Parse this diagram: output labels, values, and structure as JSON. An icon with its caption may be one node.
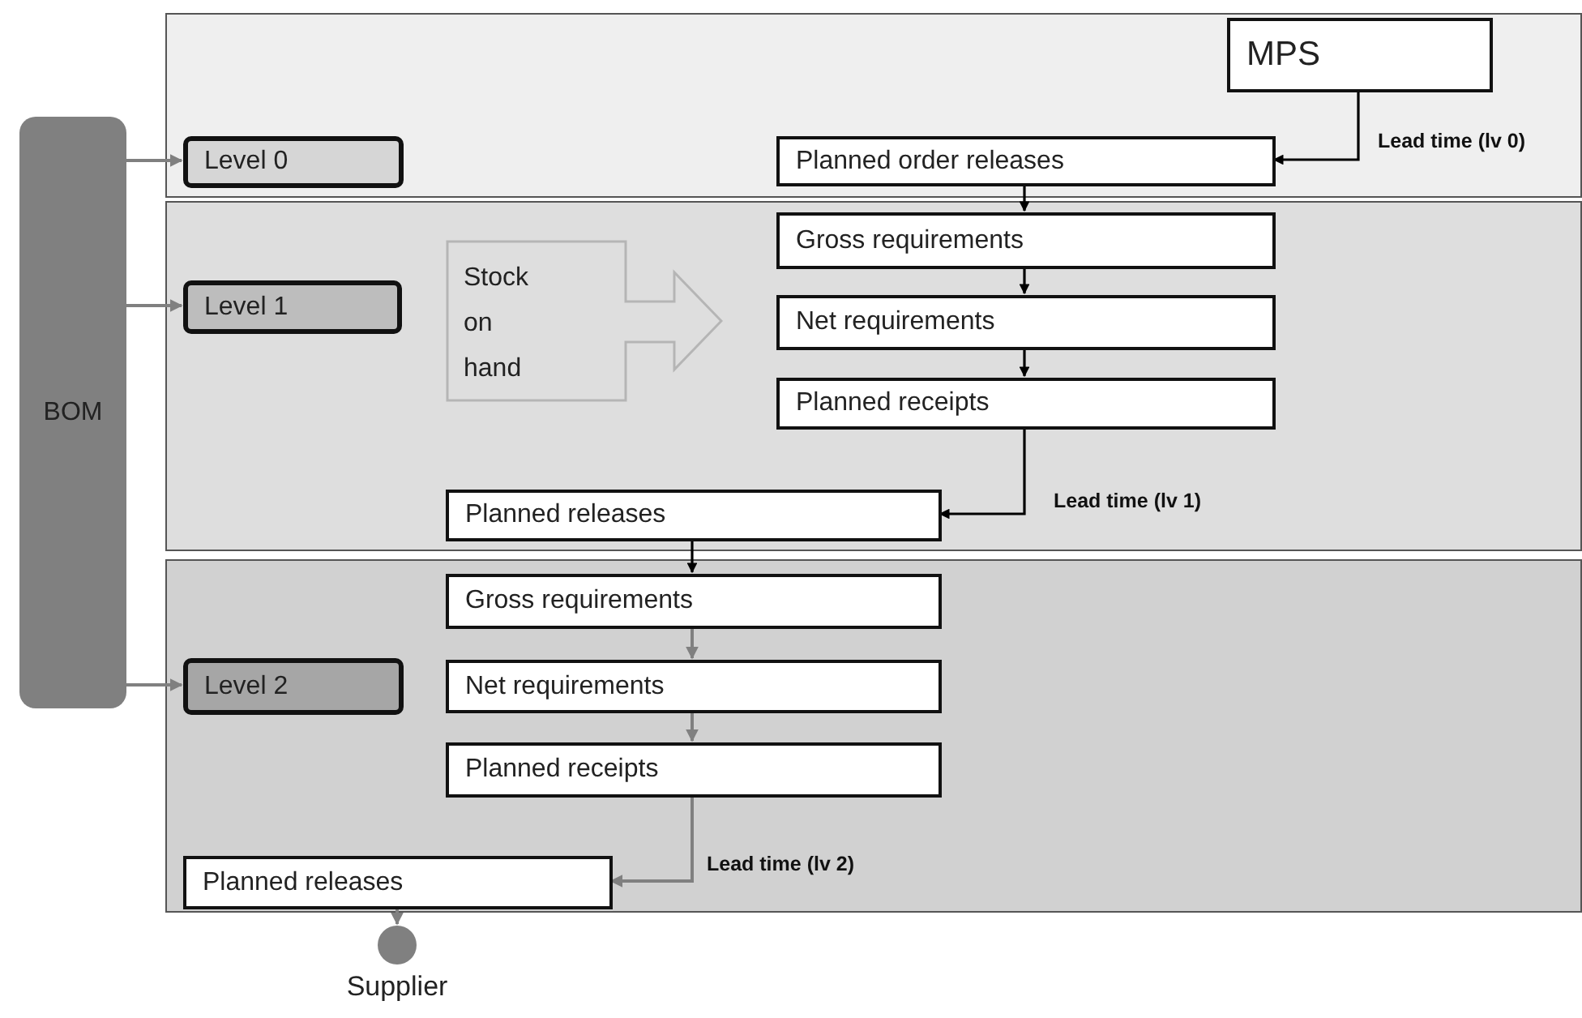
{
  "diagram": {
    "nodes": [
      {
        "text": [
          "BOM"
        ]
      },
      {
        "text": [],
        "shape": "box"
      },
      {
        "text": [
          "MPS"
        ],
        "in": 1
      },
      {
        "text": [
          "Level 0"
        ],
        "in": 1
      },
      {
        "text": [
          "Planned order releases"
        ],
        "in": 1
      },
      {
        "text": [],
        "shape": "box"
      },
      {
        "text": [
          "Level 1"
        ],
        "in": 5
      },
      {
        "text": [
          "Stock on hand"
        ],
        "in": 5
      },
      {
        "text": [
          "Gross requirements"
        ],
        "in": 5
      },
      {
        "text": [
          "Net requirements"
        ],
        "in": 5
      },
      {
        "text": [
          "Planned receipts"
        ],
        "in": 5
      },
      {
        "text": [
          "Planned releases"
        ],
        "in": 5
      },
      {
        "text": [],
        "shape": "box"
      },
      {
        "text": [
          "Gross requirements"
        ],
        "in": 12
      },
      {
        "text": [
          "Level 2"
        ],
        "in": 12
      },
      {
        "text": [
          "Net requirements"
        ],
        "in": 12
      },
      {
        "text": [
          "Planned receipts"
        ],
        "in": 12
      },
      {
        "text": [
          "Planned releases"
        ],
        "in": 12
      },
      {
        "text": [
          "Supplier"
        ]
      }
    ],
    "edges": [
      {
        "from": 0,
        "to": 3,
        "arrow": "to"
      },
      {
        "from": 0,
        "to": 6,
        "arrow": "to"
      },
      {
        "from": 0,
        "to": 14,
        "arrow": "to"
      },
      {
        "from": 2,
        "to": 4,
        "arrow": "to",
        "label": "Lead time (lv 0)",
        "color": "#000000"
      },
      {
        "from": 4,
        "to": 8,
        "arrow": "to",
        "color": "#000000"
      },
      {
        "from": 8,
        "to": 9,
        "arrow": "to",
        "color": "#000000"
      },
      {
        "from": 9,
        "to": 10,
        "arrow": "to",
        "color": "#000000"
      },
      {
        "from": 10,
        "to": 11,
        "arrow": "to",
        "label": "Lead time (lv 1)",
        "color": "#000000"
      },
      {
        "from": 11,
        "to": 13,
        "arrow": "to",
        "color": "#000000"
      },
      {
        "from": 13,
        "to": 15,
        "arrow": "to"
      },
      {
        "from": 15,
        "to": 16,
        "arrow": "to"
      },
      {
        "from": 16,
        "to": 17,
        "arrow": "to",
        "label": "Lead time (lv 2)"
      },
      {
        "from": 17,
        "to": 18,
        "arrow": "to"
      }
    ]
  }
}
